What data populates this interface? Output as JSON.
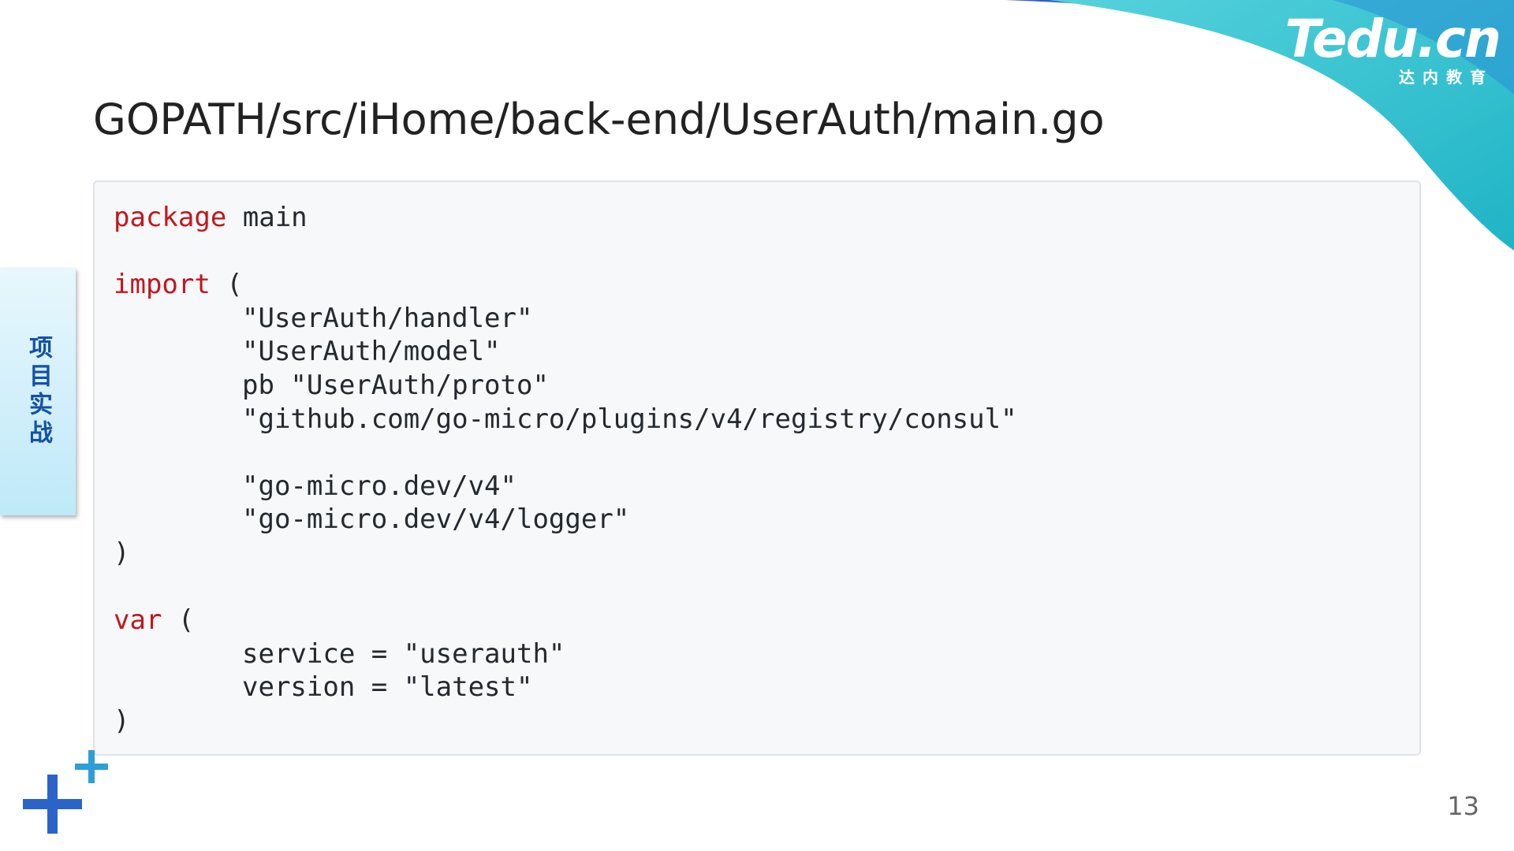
{
  "logo": {
    "wordmark": "Tedu.cn",
    "subtitle": "达内教育"
  },
  "title": "GOPATH/src/iHome/back-end/UserAuth/main.go",
  "side_tab": {
    "label": "项目实战"
  },
  "code": {
    "package_kw": "package",
    "package_name": " main",
    "import_kw": "import",
    "import_open": " (",
    "imports": [
      "\"UserAuth/handler\"",
      "\"UserAuth/model\"",
      "pb \"UserAuth/proto\"",
      "\"github.com/go-micro/plugins/v4/registry/consul\"",
      "",
      "\"go-micro.dev/v4\"",
      "\"go-micro.dev/v4/logger\""
    ],
    "import_close": ")",
    "var_kw": "var",
    "var_open": " (",
    "vars": [
      "service = \"userauth\"",
      "version = \"latest\""
    ],
    "var_close": ")"
  },
  "page_number": "13",
  "colors": {
    "keyword": "#c3171c",
    "code_text": "#24292e",
    "code_bg": "#f6f8fa",
    "title": "#222222",
    "accent_blue": "#2a64c8",
    "accent_teal": "#35c4d4",
    "side_tab_text": "#1552a6"
  }
}
